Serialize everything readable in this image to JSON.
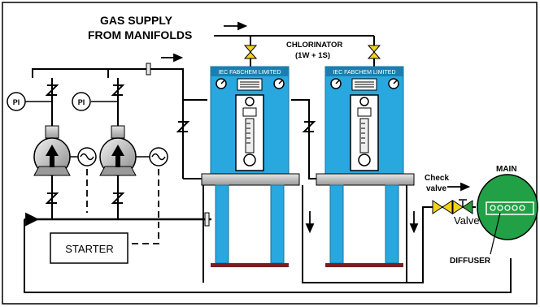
{
  "labels": {
    "gas_supply_line1": "GAS SUPPLY",
    "gas_supply_line2": "FROM MANIFOLDS",
    "chlorinator_line1": "CHLORINATOR",
    "chlorinator_line2": "(1W + 1S)",
    "manufacturer_1": "IEC FABCHEM LIMITED",
    "manufacturer_2": "IEC FABCHEM LIMITED",
    "pressure_indicator_1": "PI",
    "pressure_indicator_2": "PI",
    "starter": "STARTER",
    "check_valve_line1": "Check",
    "check_valve_line2": "valve",
    "valve": "Valve",
    "main": "MAIN",
    "diffuser": "DIFFUSER"
  },
  "colors": {
    "cabinet_blue": "#29a8e0",
    "cabinet_dark": "#1a7fb0",
    "base_red": "#7a1f1f",
    "pipe": "#000000",
    "valve_yellow": "#f2d21b",
    "valve_green": "#2a9a3a",
    "main_green": "#22a046",
    "pump_gray": "#bfbfbf"
  }
}
